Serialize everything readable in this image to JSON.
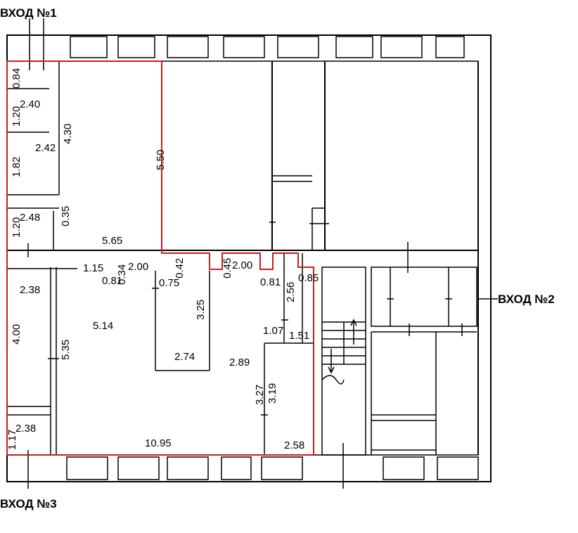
{
  "entrances": {
    "entrance1": "ВХОД №1",
    "entrance2": "ВХОД №2",
    "entrance3": "ВХОД №3"
  },
  "colors": {
    "walls": "#000000",
    "highlight": "#c81e1e",
    "background": "#ffffff"
  },
  "dimensions": {
    "d084": "0.84",
    "d120a": "1.20",
    "d240": "2.40",
    "d430": "4.30",
    "d242": "2.42",
    "d182": "1.82",
    "d550": "5.50",
    "d248": "2.48",
    "d120b": "1.20",
    "d035": "0.35",
    "d565": "5.65",
    "d115": "1.15",
    "d081a": "0.81",
    "d034": "0.34",
    "d200a": "2.00",
    "d042": "0.42",
    "d045": "0.45",
    "d200b": "2.00",
    "d075": "0.75",
    "d081b": "0.81",
    "d256": "2.56",
    "d085": "0.85",
    "d238a": "2.38",
    "d514": "5.14",
    "d325": "3.25",
    "d400": "4.00",
    "d535": "5.35",
    "d107": "1.07",
    "d151": "1.51",
    "d274": "2.74",
    "d289": "2.89",
    "d327": "3.27",
    "d319": "3.19",
    "d117": "1.17",
    "d238b": "2.38",
    "d1095": "10.95",
    "d258": "2.58"
  }
}
